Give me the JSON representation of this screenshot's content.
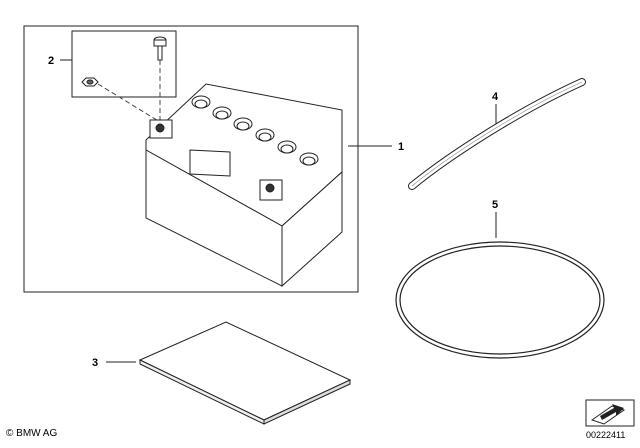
{
  "callouts": [
    {
      "id": "1"
    },
    {
      "id": "2"
    },
    {
      "id": "3"
    },
    {
      "id": "4"
    },
    {
      "id": "5"
    }
  ],
  "footer": {
    "copyright": "© BMW AG",
    "diagram_id": "00222411"
  },
  "icons": [
    "parts-assembly-arrow-icon"
  ]
}
